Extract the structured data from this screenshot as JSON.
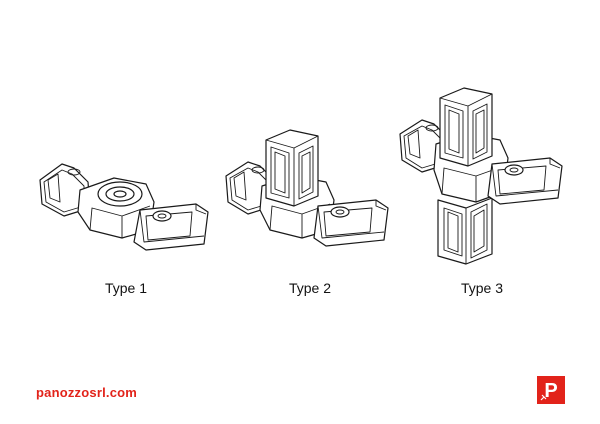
{
  "types": [
    {
      "label": "Type 1"
    },
    {
      "label": "Type 2"
    },
    {
      "label": "Type 3"
    }
  ],
  "website": "panozzosrl.com",
  "colors": {
    "brand": "#e2231a",
    "line": "#1a1a1a"
  },
  "logo": {
    "letter": "P"
  }
}
